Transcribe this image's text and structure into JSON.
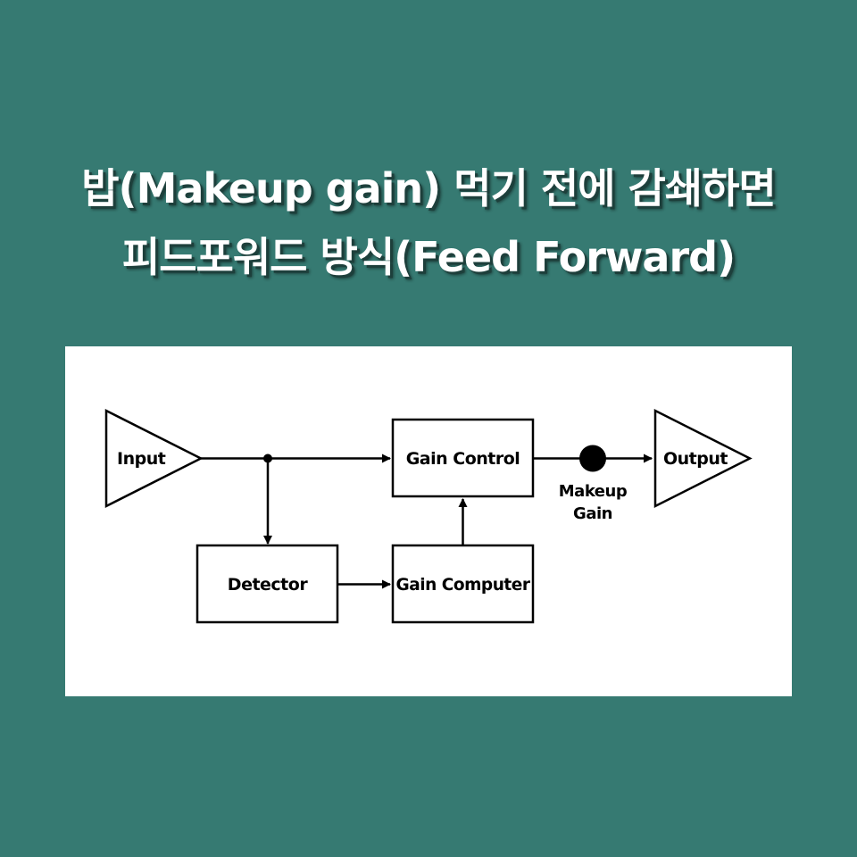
{
  "title": {
    "line1": "밥(Makeup gain) 먹기 전에 감쇄하면",
    "line2": "피드포워드 방식(Feed Forward)"
  },
  "diagram": {
    "input_label": "Input",
    "output_label": "Output",
    "gain_control_label": "Gain Control",
    "detector_label": "Detector",
    "gain_computer_label": "Gain Computer",
    "makeup_gain_line1": "Makeup",
    "makeup_gain_line2": "Gain"
  },
  "colors": {
    "background": "#367a72",
    "card": "#ffffff",
    "stroke": "#000000",
    "title_text": "#ffffff"
  }
}
